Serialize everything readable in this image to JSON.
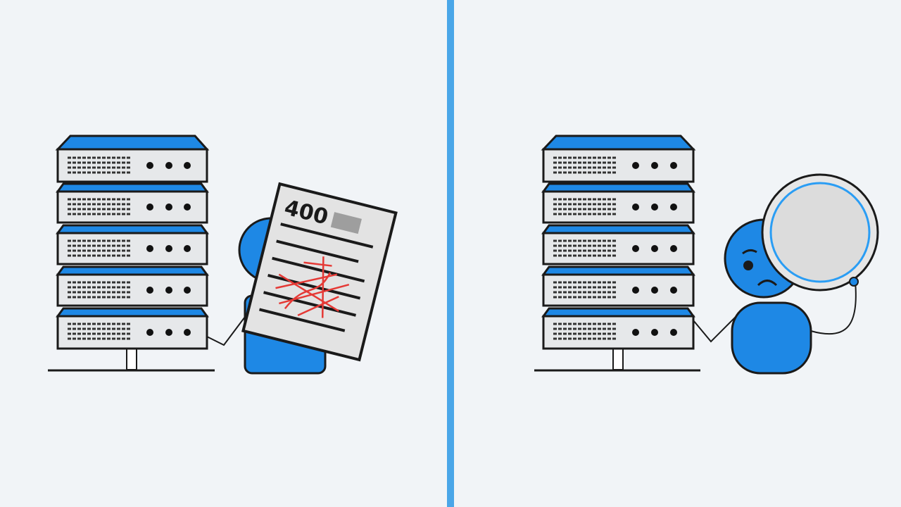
{
  "scene": {
    "background": "#f1f4f7",
    "divider_color": "#4aa6e8",
    "accent_blue": "#1e88e5",
    "outline": "#1a1a1a"
  },
  "left_panel": {
    "description": "server rack with person holding error document",
    "server_units": 5,
    "document": {
      "code_text": "400",
      "scribble_color": "#e53935"
    }
  },
  "right_panel": {
    "description": "server rack with sad person holding magnifying glass",
    "server_units": 5,
    "magnifier_ring_color": "#2a9df4"
  }
}
